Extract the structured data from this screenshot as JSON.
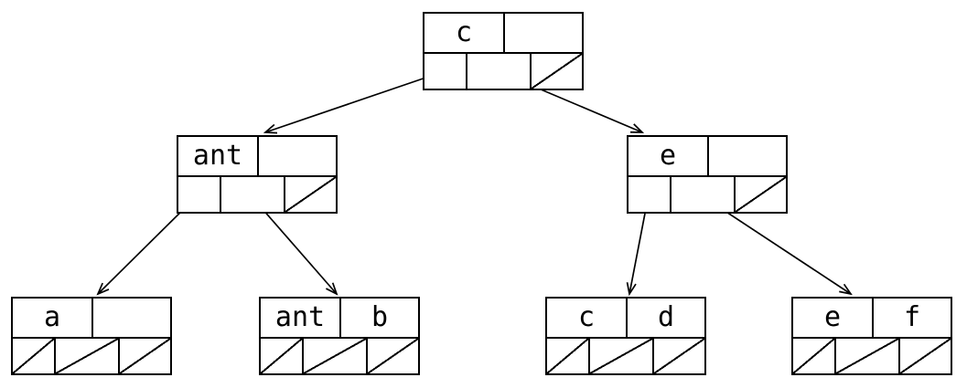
{
  "diagram": {
    "type": "tree",
    "background_color": "#ffffff",
    "line_color": "#000000",
    "nodes": {
      "root": {
        "keys": [
          "c",
          ""
        ],
        "null_pointers": [
          "right"
        ]
      },
      "left": {
        "keys": [
          "ant",
          ""
        ],
        "null_pointers": [
          "right"
        ]
      },
      "right": {
        "keys": [
          "e",
          ""
        ],
        "null_pointers": [
          "right"
        ]
      },
      "leaf_a": {
        "keys": [
          "a",
          ""
        ],
        "null_pointers": [
          "left",
          "middle",
          "right"
        ]
      },
      "leaf_ab": {
        "keys": [
          "ant",
          "b"
        ],
        "null_pointers": [
          "left",
          "middle",
          "right"
        ]
      },
      "leaf_cd": {
        "keys": [
          "c",
          "d"
        ],
        "null_pointers": [
          "left",
          "middle",
          "right"
        ]
      },
      "leaf_ef": {
        "keys": [
          "e",
          "f"
        ],
        "null_pointers": [
          "left",
          "middle",
          "right"
        ]
      }
    },
    "edges": [
      {
        "from": "root",
        "to": "left"
      },
      {
        "from": "root",
        "to": "right"
      },
      {
        "from": "left",
        "to": "leaf_a"
      },
      {
        "from": "left",
        "to": "leaf_ab"
      },
      {
        "from": "right",
        "to": "leaf_cd"
      },
      {
        "from": "right",
        "to": "leaf_ef"
      }
    ]
  }
}
